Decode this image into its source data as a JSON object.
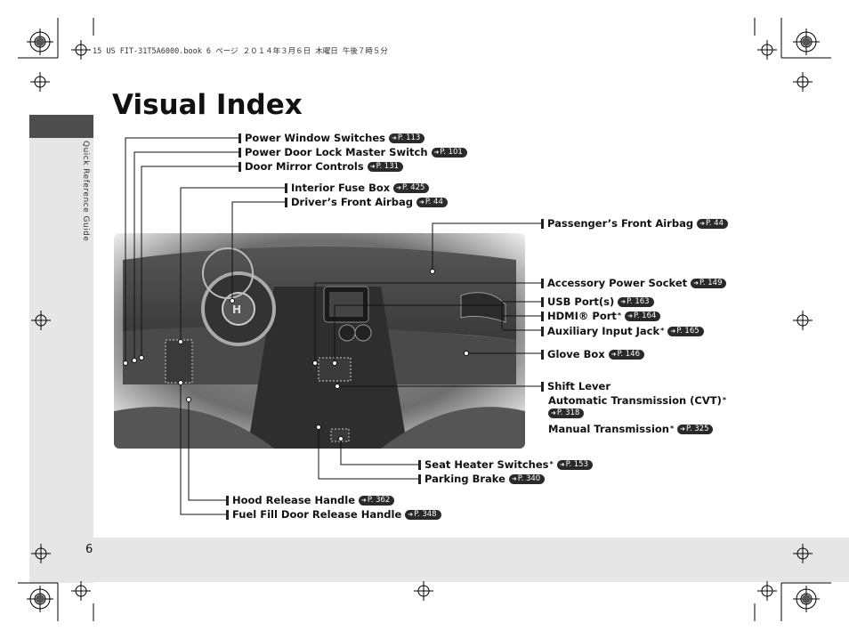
{
  "header": {
    "file_info": "15 US FIT-31T5A6000.book  6 ページ  ２０１４年３月６日  木曜日  午後７時５分"
  },
  "sidebar": {
    "section_label": "Quick Reference Guide"
  },
  "page": {
    "title": "Visual Index",
    "number": "6"
  },
  "callouts": [
    {
      "label": "Power Window Switches",
      "ref": "P. 113"
    },
    {
      "label": "Power Door Lock Master Switch",
      "ref": "P. 101"
    },
    {
      "label": "Door Mirror Controls",
      "ref": "P. 131"
    },
    {
      "label": "Interior Fuse Box",
      "ref": "P. 425"
    },
    {
      "label": "Driver’s Front Airbag",
      "ref": "P. 44"
    },
    {
      "label": "Passenger’s Front Airbag",
      "ref": "P. 44"
    },
    {
      "label": "Accessory Power Socket",
      "ref": "P. 149"
    },
    {
      "label": "USB Port(s)",
      "ref": "P. 163"
    },
    {
      "label": "HDMI® Port",
      "ref": "P. 164",
      "star": "*"
    },
    {
      "label": "Auxiliary Input Jack",
      "ref": "P. 165",
      "star": "*"
    },
    {
      "label": "Glove Box",
      "ref": "P. 146"
    },
    {
      "label": "Shift Lever"
    },
    {
      "label": "Automatic Transmission (CVT)",
      "star": "*",
      "ref": "P. 318"
    },
    {
      "label": "Manual Transmission",
      "star": "*",
      "ref": "P. 325"
    },
    {
      "label": "Seat Heater Switches",
      "star": "*",
      "ref": "P. 153"
    },
    {
      "label": "Parking Brake",
      "ref": "P. 340"
    },
    {
      "label": "Hood Release Handle",
      "ref": "P. 362"
    },
    {
      "label": "Fuel Fill Door Release Handle",
      "ref": "P. 348"
    }
  ],
  "icons": {
    "ref_arrow": "arrow-right-icon",
    "crop_mark": "registration-mark-icon"
  },
  "colors": {
    "band_gray": "#e6e6e6",
    "tab_dark": "#4d4d4d",
    "badge": "#2a2a2a"
  }
}
